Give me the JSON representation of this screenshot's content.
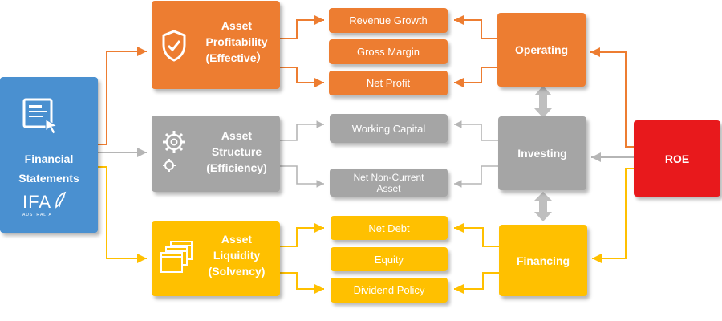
{
  "colors": {
    "blue": "#4a90d0",
    "orange": "#ed7d31",
    "gray": "#a5a5a5",
    "yellow": "#ffc000",
    "red": "#e8191c"
  },
  "source": {
    "title_line1": "Financial",
    "title_line2": "Statements",
    "logo_text": "IFA",
    "logo_sub": "AUSTRALIA",
    "icon": "document-touch-icon",
    "logo_icon": "leaf-icon"
  },
  "categories": [
    {
      "line1": "Asset",
      "line2": "Profitability",
      "line3": "(Effective）",
      "icon": "shield-check-icon"
    },
    {
      "line1": "Asset",
      "line2": "Structure",
      "line3": "(Efficiency)",
      "icon": "gears-icon"
    },
    {
      "line1": "Asset",
      "line2": "Liquidity",
      "line3": "(Solvency)",
      "icon": "windows-stack-icon"
    }
  ],
  "metrics": {
    "profitability": [
      "Revenue Growth",
      "Gross Margin",
      "Net Profit"
    ],
    "structure": [
      {
        "line1": "Working Capital",
        "line2": ""
      },
      {
        "line1": "Net Non-Current",
        "line2": "Asset"
      }
    ],
    "liquidity": [
      "Net Debt",
      "Equity",
      "Dividend Policy"
    ]
  },
  "activities": [
    "Operating",
    "Investing",
    "Financing"
  ],
  "target": "ROE"
}
